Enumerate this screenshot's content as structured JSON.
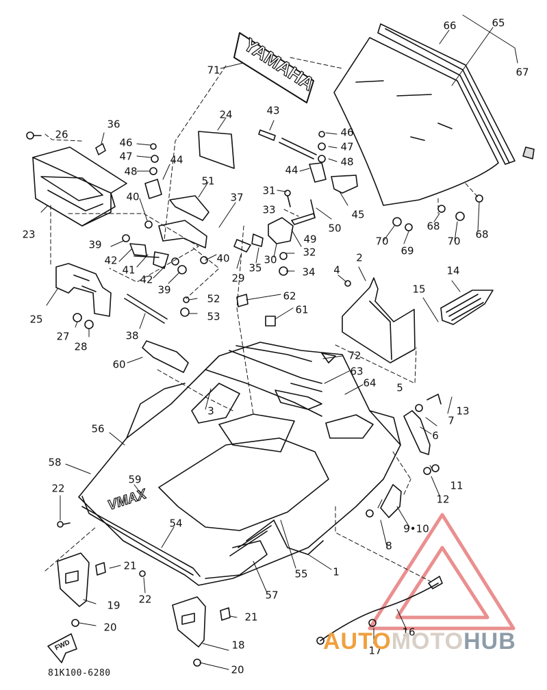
{
  "diagram": {
    "part_code": "81K100-6280",
    "brand_decal": "YAMAHA",
    "hood_decal": "VMAX",
    "fwd_label": "FWD"
  },
  "watermark": {
    "colors": {
      "triangle": "#e46a6a",
      "auto": "#f0a040",
      "moto": "#d8cfc6",
      "hub": "#8d9ca8"
    },
    "word_auto": "AUTO",
    "word_moto": "MOTO",
    "word_hub": "HUB"
  },
  "callouts": [
    {
      "id": "c71",
      "text": "71"
    },
    {
      "id": "c66",
      "text": "66"
    },
    {
      "id": "c65",
      "text": "65"
    },
    {
      "id": "c67",
      "text": "67"
    },
    {
      "id": "c26",
      "text": "26"
    },
    {
      "id": "c36",
      "text": "36"
    },
    {
      "id": "c24",
      "text": "24"
    },
    {
      "id": "c43",
      "text": "43"
    },
    {
      "id": "c46a",
      "text": "46"
    },
    {
      "id": "c46b",
      "text": "46"
    },
    {
      "id": "c47a",
      "text": "47"
    },
    {
      "id": "c47b",
      "text": "47"
    },
    {
      "id": "c48a",
      "text": "48"
    },
    {
      "id": "c48b",
      "text": "48"
    },
    {
      "id": "c44a",
      "text": "44"
    },
    {
      "id": "c44b",
      "text": "44"
    },
    {
      "id": "c51",
      "text": "51"
    },
    {
      "id": "c31",
      "text": "31"
    },
    {
      "id": "c37",
      "text": "37"
    },
    {
      "id": "c40a",
      "text": "40"
    },
    {
      "id": "c40b",
      "text": "40"
    },
    {
      "id": "c33",
      "text": "33"
    },
    {
      "id": "c45",
      "text": "45"
    },
    {
      "id": "c50",
      "text": "50"
    },
    {
      "id": "c23",
      "text": "23"
    },
    {
      "id": "c39a",
      "text": "39"
    },
    {
      "id": "c39b",
      "text": "39"
    },
    {
      "id": "c42a",
      "text": "42"
    },
    {
      "id": "c42b",
      "text": "42"
    },
    {
      "id": "c41",
      "text": "41"
    },
    {
      "id": "c49",
      "text": "49"
    },
    {
      "id": "c30",
      "text": "30"
    },
    {
      "id": "c32",
      "text": "32"
    },
    {
      "id": "c29",
      "text": "29"
    },
    {
      "id": "c35",
      "text": "35"
    },
    {
      "id": "c34",
      "text": "34"
    },
    {
      "id": "c68a",
      "text": "68"
    },
    {
      "id": "c68b",
      "text": "68"
    },
    {
      "id": "c70a",
      "text": "70"
    },
    {
      "id": "c70b",
      "text": "70"
    },
    {
      "id": "c69",
      "text": "69"
    },
    {
      "id": "c2",
      "text": "2"
    },
    {
      "id": "c4",
      "text": "4"
    },
    {
      "id": "c14",
      "text": "14"
    },
    {
      "id": "c15",
      "text": "15"
    },
    {
      "id": "c25",
      "text": "25"
    },
    {
      "id": "c52",
      "text": "52"
    },
    {
      "id": "c53",
      "text": "53"
    },
    {
      "id": "c62",
      "text": "62"
    },
    {
      "id": "c61",
      "text": "61"
    },
    {
      "id": "c27",
      "text": "27"
    },
    {
      "id": "c28",
      "text": "28"
    },
    {
      "id": "c38",
      "text": "38"
    },
    {
      "id": "c60",
      "text": "60"
    },
    {
      "id": "c72",
      "text": "72"
    },
    {
      "id": "c63",
      "text": "63"
    },
    {
      "id": "c64",
      "text": "64"
    },
    {
      "id": "c5",
      "text": "5"
    },
    {
      "id": "c13",
      "text": "13"
    },
    {
      "id": "c7",
      "text": "7"
    },
    {
      "id": "c6",
      "text": "6"
    },
    {
      "id": "c3",
      "text": "3"
    },
    {
      "id": "c56",
      "text": "56"
    },
    {
      "id": "c58",
      "text": "58"
    },
    {
      "id": "c11",
      "text": "11"
    },
    {
      "id": "c12",
      "text": "12"
    },
    {
      "id": "c59",
      "text": "59"
    },
    {
      "id": "c22a",
      "text": "22"
    },
    {
      "id": "c22b",
      "text": "22"
    },
    {
      "id": "c54",
      "text": "54"
    },
    {
      "id": "c9",
      "text": "9•10"
    },
    {
      "id": "c8",
      "text": "8"
    },
    {
      "id": "c55",
      "text": "55"
    },
    {
      "id": "c1",
      "text": "1"
    },
    {
      "id": "c21a",
      "text": "21"
    },
    {
      "id": "c21b",
      "text": "21"
    },
    {
      "id": "c19",
      "text": "19"
    },
    {
      "id": "c57",
      "text": "57"
    },
    {
      "id": "c20a",
      "text": "20"
    },
    {
      "id": "c20b",
      "text": "20"
    },
    {
      "id": "c18",
      "text": "18"
    },
    {
      "id": "c16",
      "text": "16"
    },
    {
      "id": "c17",
      "text": "17"
    }
  ]
}
